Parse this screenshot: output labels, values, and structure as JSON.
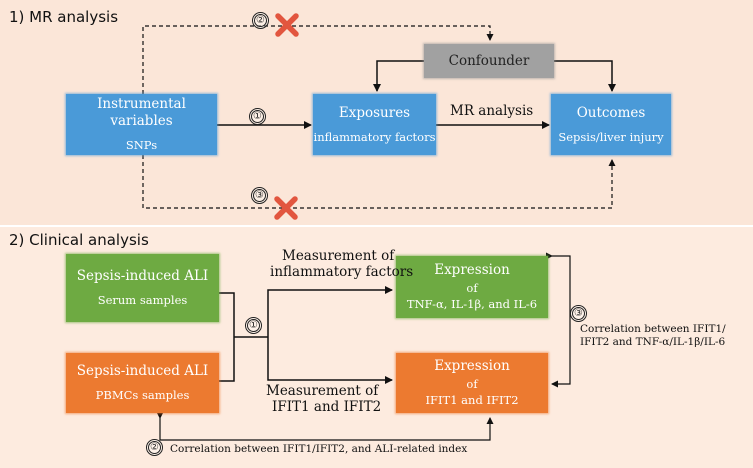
{
  "mr_section": {
    "title": "1) MR analysis",
    "instrumental": {
      "title": "Instrumental variables",
      "subtitle": "SNPs"
    },
    "exposures": {
      "title": "Exposures",
      "subtitle": "inflammatory factors"
    },
    "outcomes": {
      "title": "Outcomes",
      "subtitle": "Sepsis/liver injury"
    },
    "confounder": {
      "title": "Confounder"
    },
    "arrow_label": "MR analysis",
    "path_numbers": [
      "①",
      "②",
      "③"
    ]
  },
  "clinical_section": {
    "title": "2) Clinical analysis",
    "serum_box": {
      "title": "Sepsis-induced ALI",
      "subtitle": "Serum samples"
    },
    "pbmc_box": {
      "title": "Sepsis-induced ALI",
      "subtitle": "PBMCs samples"
    },
    "cytokine_box": {
      "title": "Expression",
      "of": "of",
      "subtitle": "TNF-α, IL-1β, and IL-6"
    },
    "ifit_box": {
      "title": "Expression",
      "of": "of",
      "subtitle": "IFIT1 and IFIT2"
    },
    "measure_inflammatory": [
      "Measurement of",
      "inflammatory factors"
    ],
    "measure_ifit": [
      "Measurement of",
      "IFIT1 and IFIT2"
    ],
    "correlation_cytokine": [
      "Correlation between IFIT1/",
      "IFIT2 and TNF-α/IL-1β/IL-6"
    ],
    "correlation_ali": "Correlation between IFIT1/IFIT2, and ALI-related index",
    "path_numbers": [
      "①",
      "②",
      "③"
    ]
  },
  "colors": {
    "mr_box": "#4a9ad8",
    "green_box": "#6eaa42",
    "orange_box": "#ec7a30",
    "confounder_box": "#a1a1a1",
    "cross_mark": "#e2563f",
    "mr_panel_bg": "#fbe6d8",
    "clinical_panel_bg": "#fdebdf"
  },
  "icons": [
    "cross-mark-icon",
    "circled-number-icon"
  ]
}
